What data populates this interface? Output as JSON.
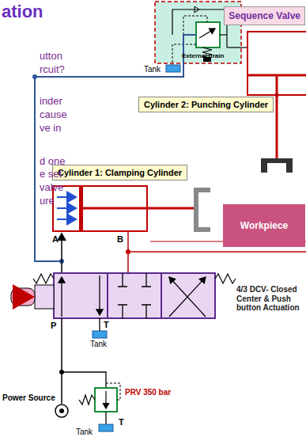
{
  "diagram": {
    "title": "ation",
    "nodes": [
      {
        "text": [
          "Sequence Valve"
        ]
      },
      {
        "text": [
          "Cylinder 2: Punching Cylinder"
        ]
      },
      {
        "text": [
          "Cylinder 1: Clamping Cylinder"
        ]
      },
      {
        "text": [
          "Workpiece"
        ]
      }
    ],
    "labels": [
      "utton",
      "rcuit?",
      "inder",
      "cause",
      "ve in",
      "d one",
      "e set",
      "valve",
      "ure",
      "External drain",
      "Tank",
      "A",
      "B",
      "4/3 DCV- Closed Center & Push button Actuation",
      "P",
      "T",
      "Tank",
      "Power Source",
      "PRV 350 bar",
      "Tank",
      "T"
    ]
  }
}
